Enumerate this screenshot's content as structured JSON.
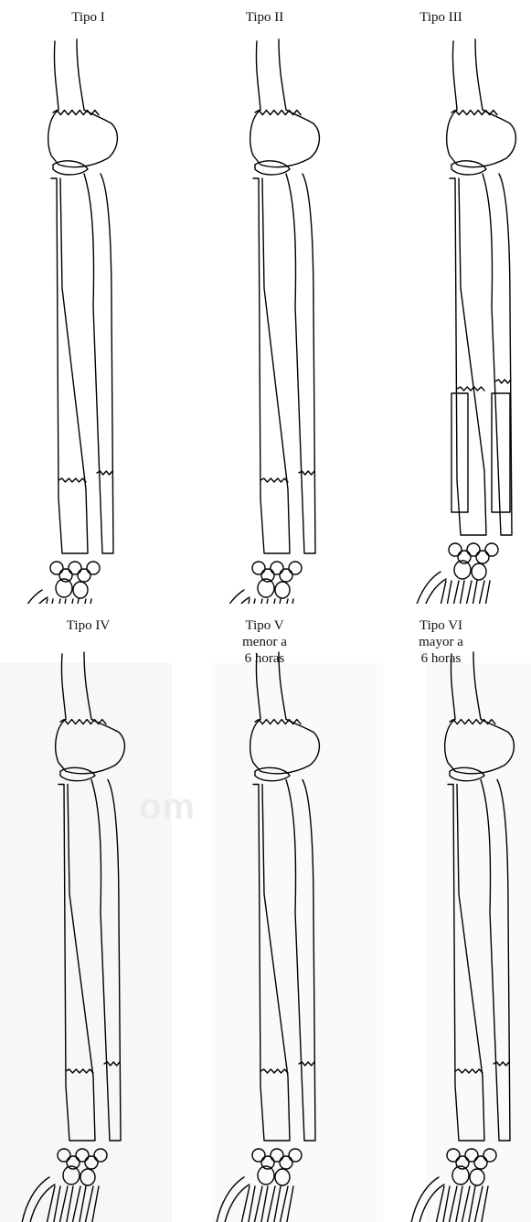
{
  "panels": [
    {
      "id": "I",
      "lines": [
        "Tipo I"
      ]
    },
    {
      "id": "II",
      "lines": [
        "Tipo II"
      ]
    },
    {
      "id": "III",
      "lines": [
        "Tipo III"
      ]
    },
    {
      "id": "IV",
      "lines": [
        "Tipo IV"
      ]
    },
    {
      "id": "V",
      "lines": [
        "Tipo V",
        "menor a",
        "6 horas"
      ]
    },
    {
      "id": "VI",
      "lines": [
        "Tipo VI",
        "mayor a",
        "6 horas"
      ]
    }
  ],
  "watermark": "om"
}
